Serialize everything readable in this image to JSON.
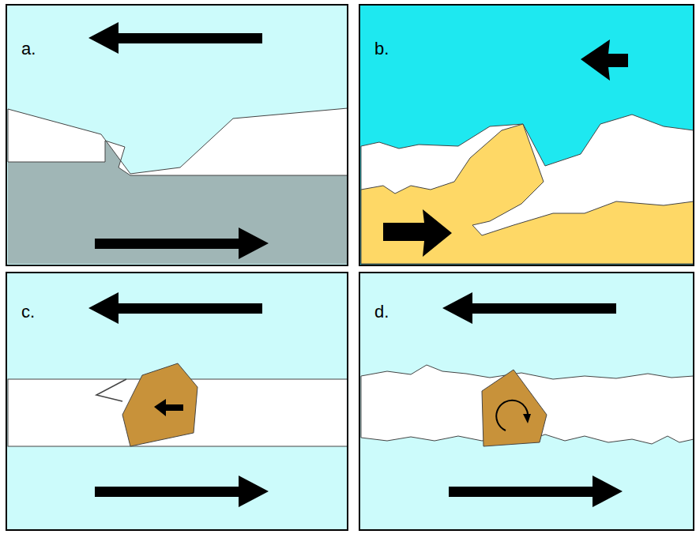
{
  "diagram": {
    "nodes": [
      {
        "text": [
          "a."
        ]
      },
      {
        "text": [
          "b."
        ]
      },
      {
        "text": [
          "c."
        ]
      },
      {
        "text": [
          "d."
        ]
      }
    ]
  }
}
